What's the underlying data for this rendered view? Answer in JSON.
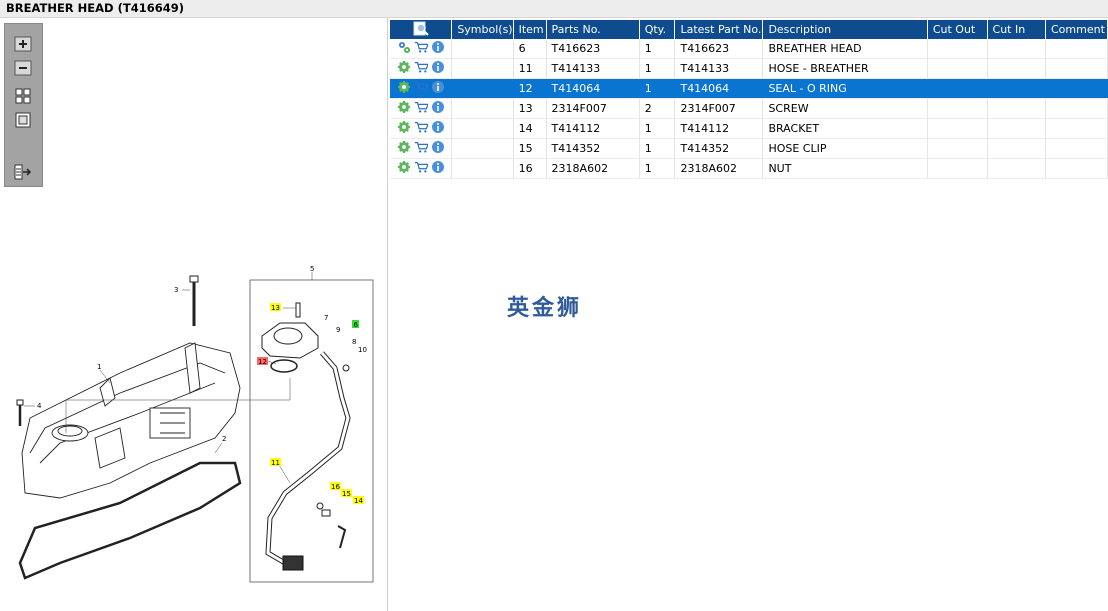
{
  "window": {
    "title": "BREATHER HEAD (T416649)"
  },
  "toolbar": {
    "buttons": [
      {
        "icon": "zoom-in-icon"
      },
      {
        "icon": "zoom-out-icon"
      },
      {
        "icon": "fit-all-icon"
      },
      {
        "icon": "actual-size-icon"
      },
      {
        "icon": "export-icon"
      }
    ]
  },
  "table": {
    "headers": [
      "",
      "Symbol(s)",
      "Item",
      "Parts No.",
      "Qty.",
      "Latest Part No.",
      "Description",
      "Cut Out",
      "Cut In",
      "Comment"
    ],
    "rows": [
      {
        "item": "6",
        "part_no": "T416623",
        "qty": "1",
        "latest": "T416623",
        "desc": "BREATHER HEAD",
        "selected": false,
        "first_icon": "assembly-gear-icon"
      },
      {
        "item": "11",
        "part_no": "T414133",
        "qty": "1",
        "latest": "T414133",
        "desc": "HOSE - BREATHER",
        "selected": false,
        "first_icon": "gear-icon"
      },
      {
        "item": "12",
        "part_no": "T414064",
        "qty": "1",
        "latest": "T414064",
        "desc": "SEAL - O RING",
        "selected": true,
        "first_icon": "gear-icon"
      },
      {
        "item": "13",
        "part_no": "2314F007",
        "qty": "2",
        "latest": "2314F007",
        "desc": "SCREW",
        "selected": false,
        "first_icon": "gear-icon"
      },
      {
        "item": "14",
        "part_no": "T414112",
        "qty": "1",
        "latest": "T414112",
        "desc": "BRACKET",
        "selected": false,
        "first_icon": "gear-icon"
      },
      {
        "item": "15",
        "part_no": "T414352",
        "qty": "1",
        "latest": "T414352",
        "desc": "HOSE CLIP",
        "selected": false,
        "first_icon": "gear-icon"
      },
      {
        "item": "16",
        "part_no": "2318A602",
        "qty": "1",
        "latest": "2318A602",
        "desc": "NUT",
        "selected": false,
        "first_icon": "gear-icon"
      }
    ]
  },
  "watermark": "英金狮",
  "diagram": {
    "callouts": [
      "1",
      "2",
      "3",
      "4",
      "5",
      "6",
      "7",
      "8",
      "9",
      "10",
      "11",
      "12",
      "13",
      "14",
      "15",
      "16"
    ]
  },
  "colors": {
    "header_bg": "#0f4c8f",
    "selected_row": "#0a74d1",
    "callout_yellow": "#ffff00",
    "callout_green": "#33dd33",
    "callout_red": "#ff6666"
  }
}
